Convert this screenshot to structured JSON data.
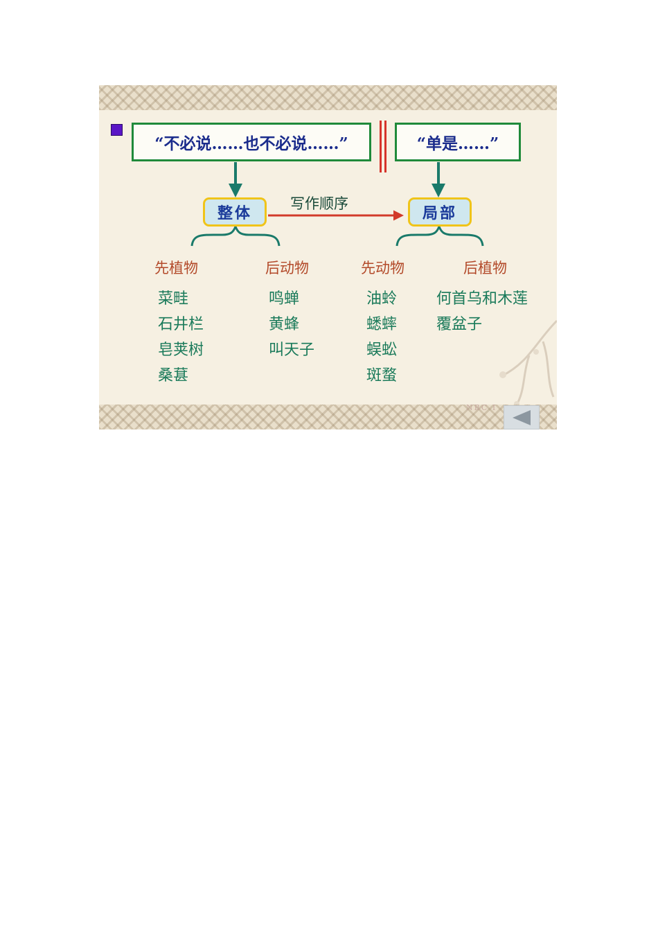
{
  "slide": {
    "quote_left": "“不必说……也不必说……”",
    "quote_right": "“单是……”",
    "box_whole": "整体",
    "box_part": "局部",
    "order_label": "写作顺序",
    "columns": [
      {
        "heading": "先植物",
        "items": [
          "菜畦",
          "石井栏",
          "皂荚树",
          "桑葚"
        ]
      },
      {
        "heading": "后动物",
        "items": [
          "鸣蝉",
          "黄蜂",
          "叫天子"
        ]
      },
      {
        "heading": "先动物",
        "items": [
          "油蛉",
          "蟋蟀",
          "蜈蚣",
          "斑蝥"
        ]
      },
      {
        "heading": "后植物",
        "items": [
          "何首乌和木莲",
          "覆盆子"
        ]
      }
    ],
    "nav_code": "NBC I"
  },
  "colors": {
    "quote_border": "#1f8a3a",
    "quote_text": "#1b2c8c",
    "divider": "#d6332a",
    "connector_arrow": "#1a7a6a",
    "order_arrow": "#d23a2a",
    "concept_fill": "#cfe7ef",
    "concept_border": "#f0c419",
    "heading_text": "#b34a2a",
    "item_text": "#1a7a5a",
    "bullet": "#5a16c6"
  },
  "icons": {
    "bullet": "purple-square-bullet",
    "nav_back": "left-triangle-icon"
  }
}
